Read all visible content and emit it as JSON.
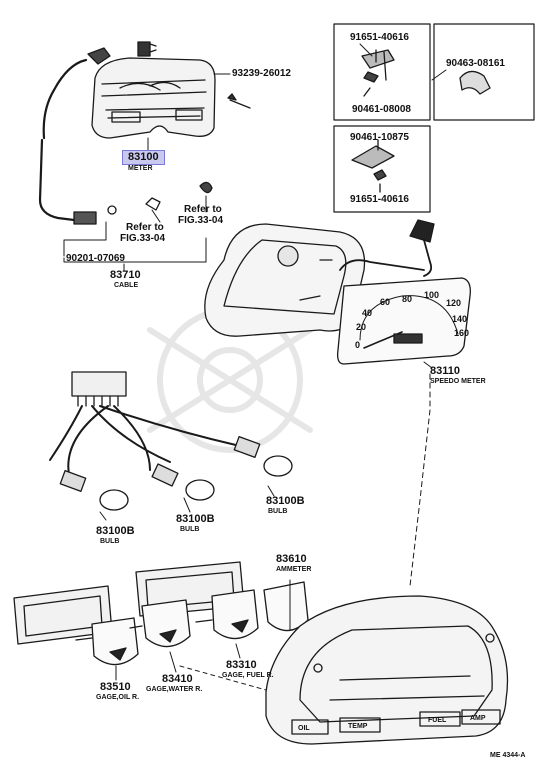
{
  "labels": {
    "meter_no": "83100",
    "meter_name": "METER",
    "screw_top": "93239-26012",
    "fig_ref_a": "Refer to",
    "fig_ref_a2": "FIG.33-04",
    "fig_ref_b": "Refer to",
    "fig_ref_b2": "FIG.33-04",
    "cable_clip": "90201-07069",
    "cable_no": "83710",
    "cable_name": "CABLE",
    "box1_a": "91651-40616",
    "box1_b": "90461-08008",
    "box2_a": "90463-08161",
    "box3_a": "90461-10875",
    "box3_b": "91651-40616",
    "speedo_no": "83110",
    "speedo_name": "SPEEDO METER",
    "bulb1_no": "83100B",
    "bulb1_name": "BULB",
    "bulb2_no": "83100B",
    "bulb2_name": "BULB",
    "bulb3_no": "83100B",
    "bulb3_name": "BULB",
    "ammeter_no": "83610",
    "ammeter_name": "AMMETER",
    "oil_no": "83510",
    "oil_name": "GAGE,OIL R.",
    "water_no": "83410",
    "water_name": "GAGE,WATER R.",
    "fuel_no": "83310",
    "fuel_name": "GAGE, FUEL R.",
    "ref_code": "ME 4344-A"
  },
  "speedo_scale": [
    "0",
    "20",
    "40",
    "60",
    "80",
    "100",
    "120",
    "140",
    "160"
  ],
  "cluster_labels": [
    "OIL",
    "TEMP",
    "FUEL",
    "AMP"
  ]
}
